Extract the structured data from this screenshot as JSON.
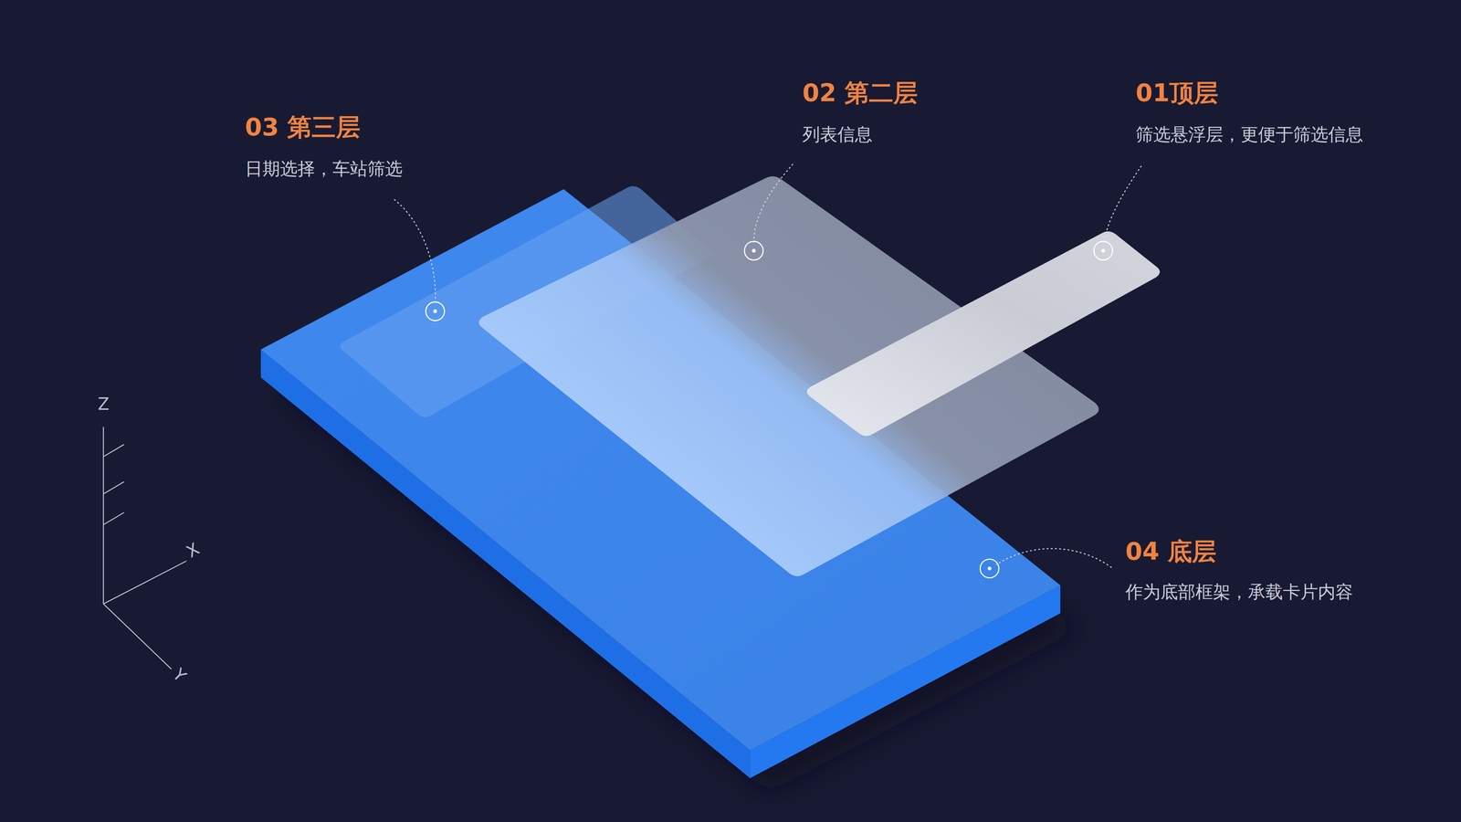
{
  "diagram": {
    "labels": [
      "03 第三层",
      "日期选择，车站筛选",
      "02 第二层",
      "列表信息",
      "01顶层",
      "筛选悬浮层，更便于筛选信息",
      "04 底层",
      "作为底部框架，承载卡片内容",
      "Z",
      "X",
      "Y"
    ]
  }
}
